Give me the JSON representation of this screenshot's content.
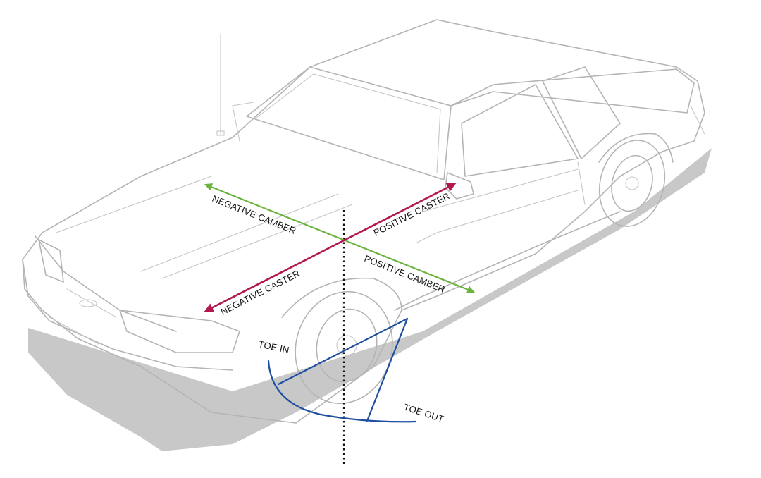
{
  "diagram": {
    "labels": {
      "negative_camber": "NEGATIVE CAMBER",
      "positive_camber": "POSITIVE CAMBER",
      "negative_caster": "NEGATIVE CASTER",
      "positive_caster": "POSITIVE CASTER",
      "toe_in": "TOE IN",
      "toe_out": "TOE OUT"
    },
    "colors": {
      "camber": "#6db33f",
      "caster": "#b3174f",
      "toe": "#1f4fa0",
      "car_outline": "#b4b4b4",
      "shadow": "#c8c8c8",
      "vertical_reference": "#111111"
    }
  }
}
